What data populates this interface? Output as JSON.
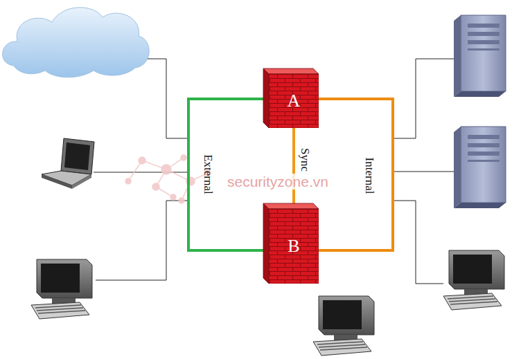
{
  "diagram": {
    "nodes": [
      {
        "text": [
          "A"
        ]
      },
      {
        "text": [
          "B"
        ]
      }
    ],
    "edges": [
      {
        "from": 0,
        "to": 1,
        "arrow": "none",
        "label": "External"
      },
      {
        "from": 0,
        "to": 1,
        "arrow": "none",
        "label": "Sync"
      },
      {
        "from": 0,
        "to": 1,
        "arrow": "none",
        "label": "Internal"
      }
    ],
    "labels": [
      "securityzone.vn"
    ]
  }
}
